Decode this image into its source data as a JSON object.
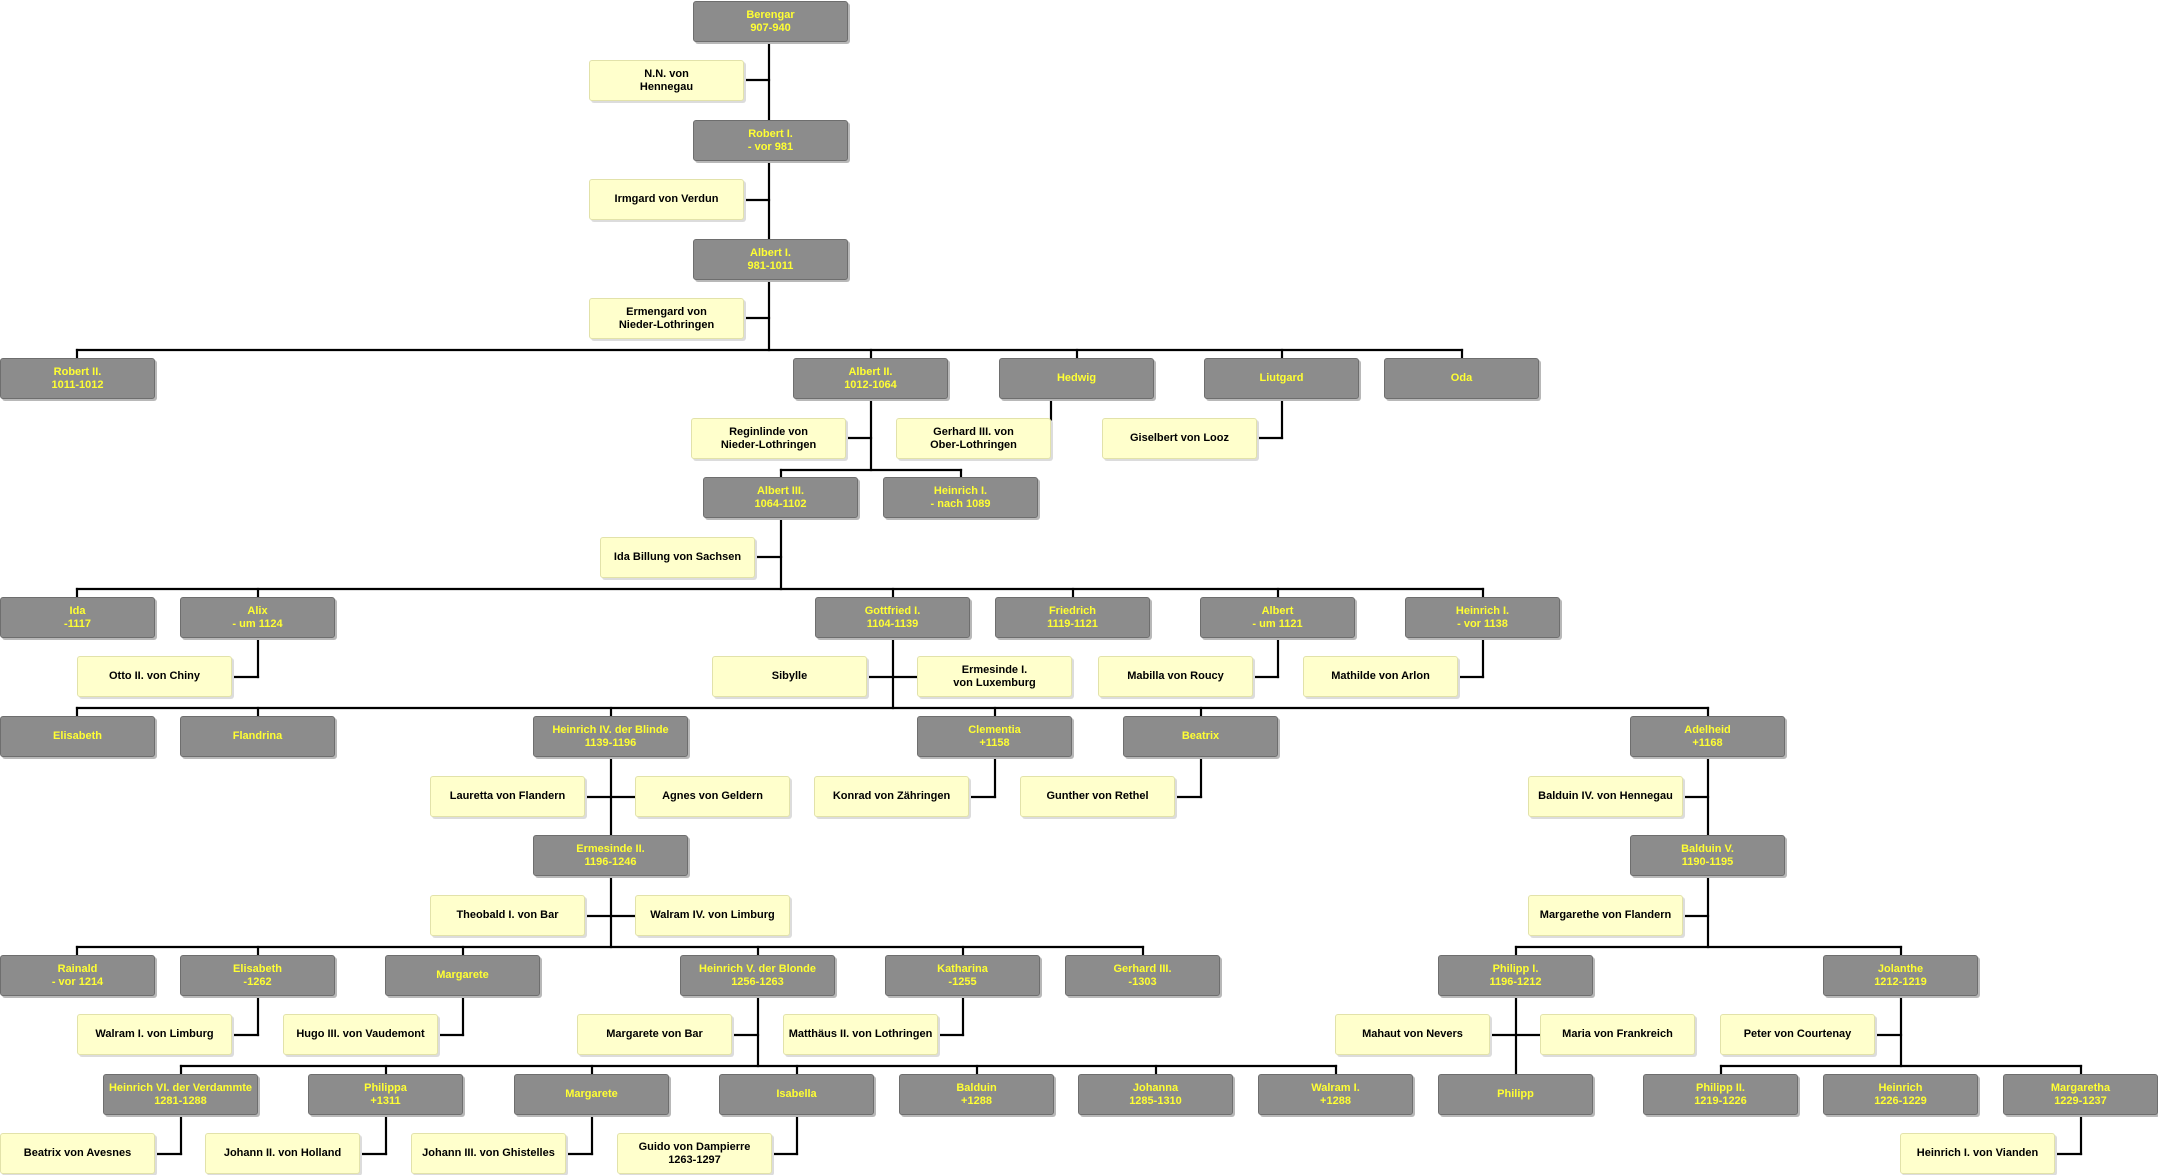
{
  "nodes": [
    {
      "id": "berengar",
      "kind": "p",
      "lines": [
        "Berengar",
        "907-940"
      ]
    },
    {
      "id": "nn-hennegau",
      "kind": "s",
      "lines": [
        "N.N. von",
        "Hennegau"
      ]
    },
    {
      "id": "robert-1",
      "kind": "p",
      "lines": [
        "Robert I.",
        "- vor 981"
      ]
    },
    {
      "id": "irmgard",
      "kind": "s",
      "lines": [
        "Irmgard von Verdun"
      ]
    },
    {
      "id": "albert-1",
      "kind": "p",
      "lines": [
        "Albert I.",
        "981-1011"
      ]
    },
    {
      "id": "ermengard",
      "kind": "s",
      "lines": [
        "Ermengard von",
        "Nieder-Lothringen"
      ]
    },
    {
      "id": "robert-2",
      "kind": "p",
      "lines": [
        "Robert II.",
        "1011-1012"
      ]
    },
    {
      "id": "albert-2",
      "kind": "p",
      "lines": [
        "Albert II.",
        "1012-1064"
      ]
    },
    {
      "id": "hedwig",
      "kind": "p",
      "lines": [
        "Hedwig"
      ]
    },
    {
      "id": "liutgard",
      "kind": "p",
      "lines": [
        "Liutgard"
      ]
    },
    {
      "id": "oda",
      "kind": "p",
      "lines": [
        "Oda"
      ]
    },
    {
      "id": "reginlinde",
      "kind": "s",
      "lines": [
        "Reginlinde von",
        "Nieder-Lothringen"
      ]
    },
    {
      "id": "gerhard-3-ober",
      "kind": "s",
      "lines": [
        "Gerhard III. von",
        "Ober-Lothringen"
      ]
    },
    {
      "id": "giselbert",
      "kind": "s",
      "lines": [
        "Giselbert von Looz"
      ]
    },
    {
      "id": "albert-3",
      "kind": "p",
      "lines": [
        "Albert III.",
        "1064-1102"
      ]
    },
    {
      "id": "heinrich-1",
      "kind": "p",
      "lines": [
        "Heinrich I.",
        "- nach 1089"
      ]
    },
    {
      "id": "ida-billung",
      "kind": "s",
      "lines": [
        "Ida Billung von Sachsen"
      ]
    },
    {
      "id": "ida",
      "kind": "p",
      "lines": [
        "Ida",
        "-1117"
      ]
    },
    {
      "id": "alix",
      "kind": "p",
      "lines": [
        "Alix",
        "- um 1124"
      ]
    },
    {
      "id": "gottfried-1",
      "kind": "p",
      "lines": [
        "Gottfried I.",
        "1104-1139"
      ]
    },
    {
      "id": "friedrich",
      "kind": "p",
      "lines": [
        "Friedrich",
        "1119-1121"
      ]
    },
    {
      "id": "albert-um1121",
      "kind": "p",
      "lines": [
        "Albert",
        "- um 1121"
      ]
    },
    {
      "id": "heinrich-1-vor1138",
      "kind": "p",
      "lines": [
        "Heinrich I.",
        "- vor 1138"
      ]
    },
    {
      "id": "otto-chiny",
      "kind": "s",
      "lines": [
        "Otto II. von Chiny"
      ]
    },
    {
      "id": "sibylle",
      "kind": "s",
      "lines": [
        "Sibylle"
      ]
    },
    {
      "id": "ermesinde-1",
      "kind": "s",
      "lines": [
        "Ermesinde I.",
        "von Luxemburg"
      ]
    },
    {
      "id": "mabilla",
      "kind": "s",
      "lines": [
        "Mabilla von Roucy"
      ]
    },
    {
      "id": "mathilde",
      "kind": "s",
      "lines": [
        "Mathilde von Arlon"
      ]
    },
    {
      "id": "elisabeth-1",
      "kind": "p",
      "lines": [
        "Elisabeth"
      ]
    },
    {
      "id": "flandrina",
      "kind": "p",
      "lines": [
        "Flandrina"
      ]
    },
    {
      "id": "heinrich-4",
      "kind": "p",
      "lines": [
        "Heinrich IV. der Blinde",
        "1139-1196"
      ]
    },
    {
      "id": "clementia",
      "kind": "p",
      "lines": [
        "Clementia",
        "+1158"
      ]
    },
    {
      "id": "beatrix",
      "kind": "p",
      "lines": [
        "Beatrix"
      ]
    },
    {
      "id": "adelheid",
      "kind": "p",
      "lines": [
        "Adelheid",
        "+1168"
      ]
    },
    {
      "id": "lauretta",
      "kind": "s",
      "lines": [
        "Lauretta von Flandern"
      ]
    },
    {
      "id": "agnes",
      "kind": "s",
      "lines": [
        "Agnes von Geldern"
      ]
    },
    {
      "id": "konrad",
      "kind": "s",
      "lines": [
        "Konrad von Zähringen"
      ]
    },
    {
      "id": "gunther",
      "kind": "s",
      "lines": [
        "Gunther von Rethel"
      ]
    },
    {
      "id": "balduin-4",
      "kind": "s",
      "lines": [
        "Balduin IV. von Hennegau"
      ]
    },
    {
      "id": "ermesinde-2",
      "kind": "p",
      "lines": [
        "Ermesinde II.",
        "1196-1246"
      ]
    },
    {
      "id": "balduin-5",
      "kind": "p",
      "lines": [
        "Balduin V.",
        "1190-1195"
      ]
    },
    {
      "id": "theobald",
      "kind": "s",
      "lines": [
        "Theobald I. von Bar"
      ]
    },
    {
      "id": "walram-4",
      "kind": "s",
      "lines": [
        "Walram IV. von Limburg"
      ]
    },
    {
      "id": "margarethe-flandern",
      "kind": "s",
      "lines": [
        "Margarethe von Flandern"
      ]
    },
    {
      "id": "rainald",
      "kind": "p",
      "lines": [
        "Rainald",
        "- vor 1214"
      ]
    },
    {
      "id": "elisabeth-2",
      "kind": "p",
      "lines": [
        "Elisabeth",
        "-1262"
      ]
    },
    {
      "id": "margarete-1",
      "kind": "p",
      "lines": [
        "Margarete"
      ]
    },
    {
      "id": "heinrich-5",
      "kind": "p",
      "lines": [
        "Heinrich V. der Blonde",
        "1256-1263"
      ]
    },
    {
      "id": "katharina",
      "kind": "p",
      "lines": [
        "Katharina",
        "-1255"
      ]
    },
    {
      "id": "gerhard-3",
      "kind": "p",
      "lines": [
        "Gerhard III.",
        "-1303"
      ]
    },
    {
      "id": "philipp-1",
      "kind": "p",
      "lines": [
        "Philipp I.",
        "1196-1212"
      ]
    },
    {
      "id": "jolanthe",
      "kind": "p",
      "lines": [
        "Jolanthe",
        "1212-1219"
      ]
    },
    {
      "id": "walram-1-limburg",
      "kind": "s",
      "lines": [
        "Walram I. von Limburg"
      ]
    },
    {
      "id": "hugo",
      "kind": "s",
      "lines": [
        "Hugo III. von Vaudemont"
      ]
    },
    {
      "id": "margarete-bar",
      "kind": "s",
      "lines": [
        "Margarete von Bar"
      ]
    },
    {
      "id": "matthaeus",
      "kind": "s",
      "lines": [
        "Matthäus II. von Lothringen"
      ]
    },
    {
      "id": "mahaut",
      "kind": "s",
      "lines": [
        "Mahaut von Nevers"
      ]
    },
    {
      "id": "maria",
      "kind": "s",
      "lines": [
        "Maria von Frankreich"
      ]
    },
    {
      "id": "peter",
      "kind": "s",
      "lines": [
        "Peter von Courtenay"
      ]
    },
    {
      "id": "heinrich-6",
      "kind": "p",
      "lines": [
        "Heinrich VI. der Verdammte",
        "1281-1288"
      ]
    },
    {
      "id": "philippa",
      "kind": "p",
      "lines": [
        "Philippa",
        "+1311"
      ]
    },
    {
      "id": "margarete-2",
      "kind": "p",
      "lines": [
        "Margarete"
      ]
    },
    {
      "id": "isabella",
      "kind": "p",
      "lines": [
        "Isabella"
      ]
    },
    {
      "id": "balduin-1288",
      "kind": "p",
      "lines": [
        "Balduin",
        "+1288"
      ]
    },
    {
      "id": "johanna",
      "kind": "p",
      "lines": [
        "Johanna",
        "1285-1310"
      ]
    },
    {
      "id": "walram-1",
      "kind": "p",
      "lines": [
        "Walram I.",
        "+1288"
      ]
    },
    {
      "id": "philipp",
      "kind": "p",
      "lines": [
        "Philipp"
      ]
    },
    {
      "id": "philipp-2",
      "kind": "p",
      "lines": [
        "Philipp II.",
        "1219-1226"
      ]
    },
    {
      "id": "heinrich-1226",
      "kind": "p",
      "lines": [
        "Heinrich",
        "1226-1229"
      ]
    },
    {
      "id": "margaretha",
      "kind": "p",
      "lines": [
        "Margaretha",
        "1229-1237"
      ]
    },
    {
      "id": "beatrix-avesnes",
      "kind": "s",
      "lines": [
        "Beatrix von Avesnes"
      ]
    },
    {
      "id": "johann-2",
      "kind": "s",
      "lines": [
        "Johann II. von Holland"
      ]
    },
    {
      "id": "johann-3",
      "kind": "s",
      "lines": [
        "Johann III. von Ghistelles"
      ]
    },
    {
      "id": "guido",
      "kind": "s",
      "lines": [
        "Guido von Dampierre",
        "1263-1297"
      ]
    },
    {
      "id": "heinrich-vianden",
      "kind": "s",
      "lines": [
        "Heinrich I. von Vianden"
      ]
    }
  ]
}
